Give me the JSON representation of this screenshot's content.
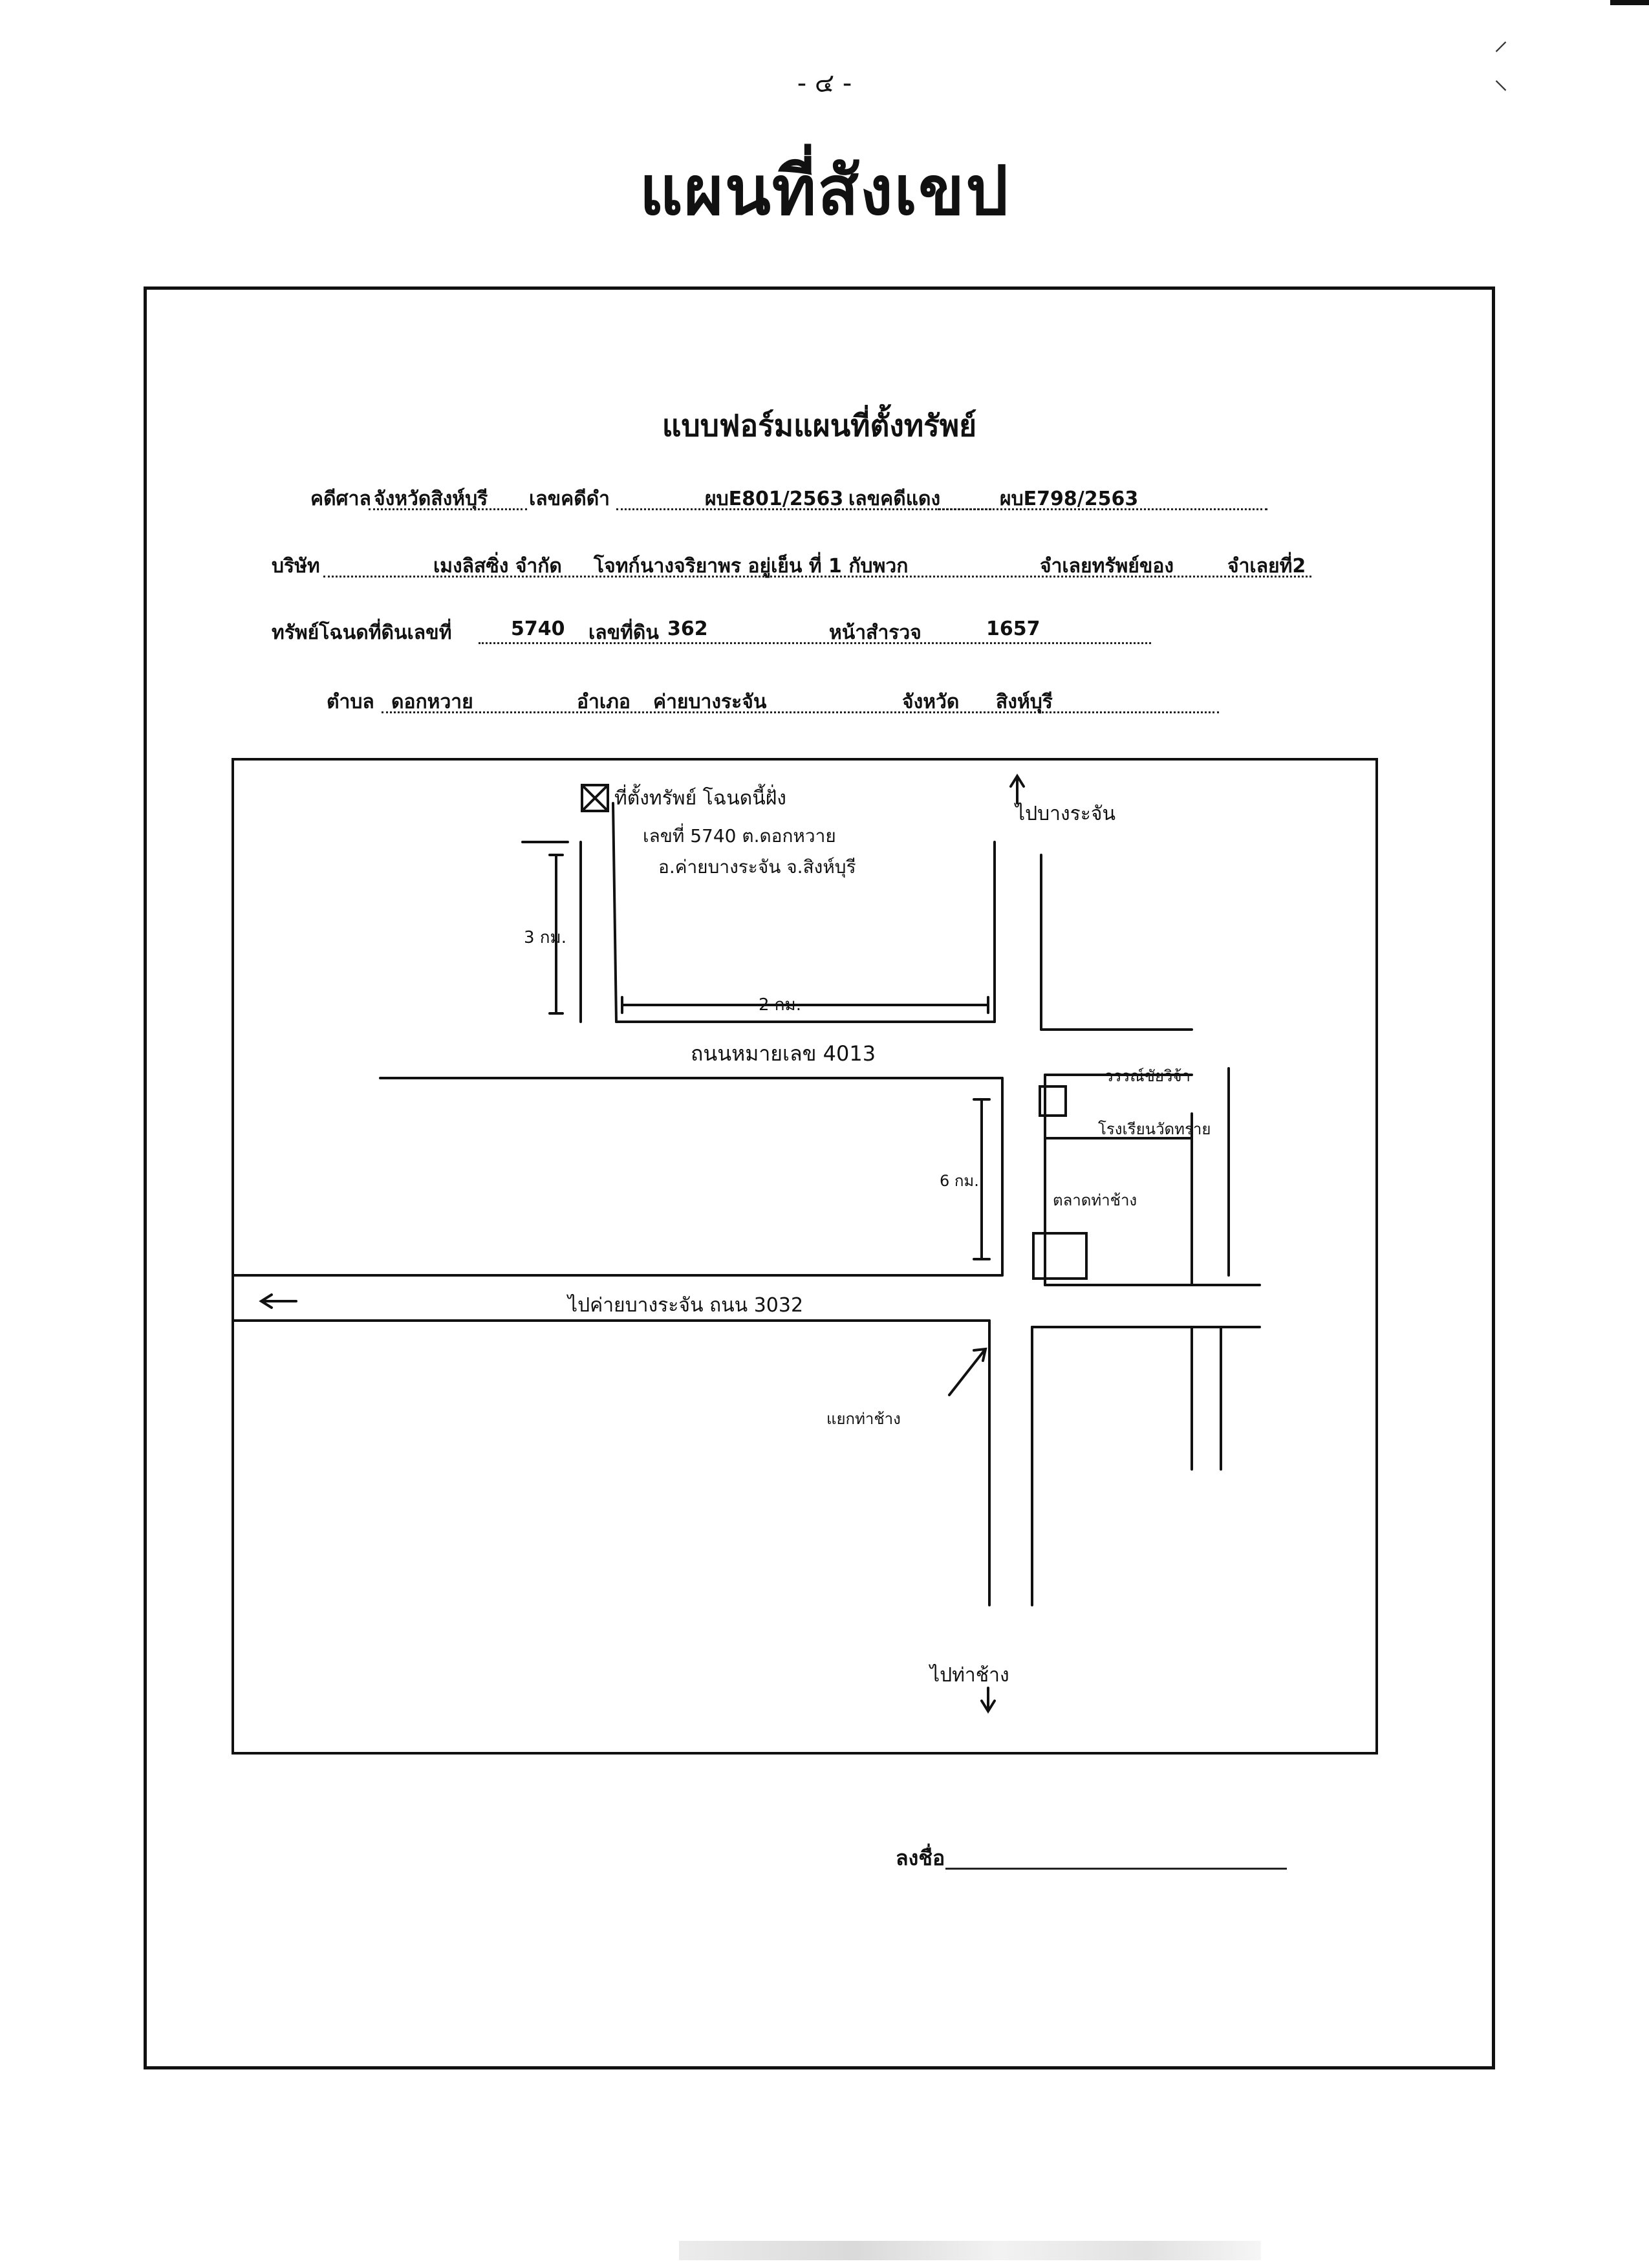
{
  "page": {
    "number": "- ๔ -"
  },
  "title": "แผนที่สังเขป",
  "form": {
    "title": "แบบฟอร์มแผนที่ตั้งทรัพย์",
    "court_label": "คดีศาล",
    "court_value": "จังหวัดสิงห์บุรี",
    "black_case_label": "เลขคดีดำ",
    "black_case_value": "ผบE801/2563",
    "red_case_label": "เลขคดีแดง",
    "red_case_value": "ผบE798/2563",
    "company_label": "บริษัท",
    "company_value": "เมงลิสซิ่ง จำกัด",
    "defendant_label": "โจทก์",
    "defendant_value": "นางจริยาพร อยู่เย็น ที่ 1 กับพวก",
    "property_no_label": "จำเลยทรัพย์ของ",
    "property_no_value": "จำเลยที่2",
    "deed_label": "ทรัพย์โฉนดที่ดินเลขที่",
    "deed_value": "5740",
    "land_no_label": "เลขที่ดิน",
    "land_no_value": "362",
    "survey_label": "หน้าสำรวจ",
    "survey_value": "1657",
    "subdistrict_label": "ตำบล",
    "subdistrict_value": "ดอกหวาย",
    "district_label": "อำเภอ",
    "district_value": "ค่ายบางระจัน",
    "province_label": "จังหวัด",
    "province_value": "สิงห์บุรี"
  },
  "map": {
    "property_label": "ที่ตั้งทรัพย์ โฉนดนี้ฝั่ง",
    "property_note_1": "เลขที่ 5740 ต.ดอกหวาย",
    "property_note_2": "อ.ค่ายบางระจัน จ.สิงห์บุรี",
    "to_top": "ไปบางระจัน",
    "dist_3km": "3 กม.",
    "dist_2km": "2 กม.",
    "road_4013": "ถนนหมายเลข 4013",
    "temple": "วรรณ์ชัยวิจ้า",
    "school": "โรงเรียนวัดทราย",
    "dist_6km": "6 กม.",
    "market": "ตลาดท่าช้าง",
    "to_left": "ไปค่ายบางระจัน ถนน 3032",
    "intersection": "แยกท่าช้าง",
    "to_bottom": "ไปท่าช้าง"
  },
  "signature": {
    "label": "ลงชื่อ"
  }
}
